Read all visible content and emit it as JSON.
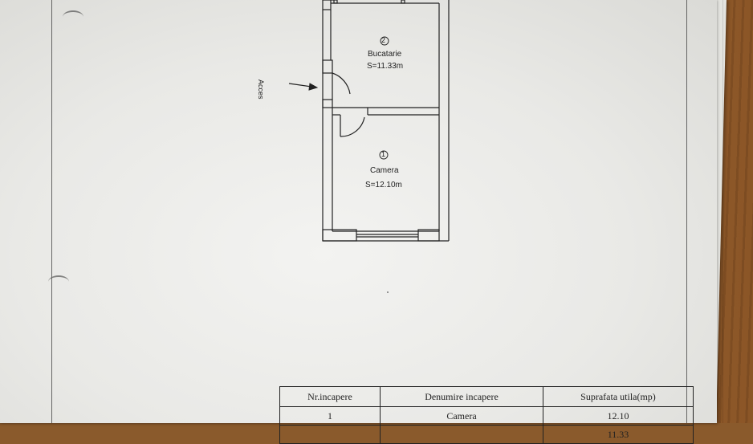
{
  "floor_plan": {
    "rooms": [
      {
        "number": "2",
        "name": "Bucatarie",
        "area": "S=11.33m"
      },
      {
        "number": "1",
        "name": "Camera",
        "area": "S=12.10m"
      }
    ],
    "access_label": "Acces"
  },
  "room_table": {
    "headers": [
      "Nr.incapere",
      "Denumire incapere",
      "Suprafata utila(mp)"
    ],
    "rows": [
      {
        "nr": "1",
        "name": "Camera",
        "area": "12.10"
      },
      {
        "nr": "",
        "name": "",
        "area": "11.33"
      }
    ]
  }
}
